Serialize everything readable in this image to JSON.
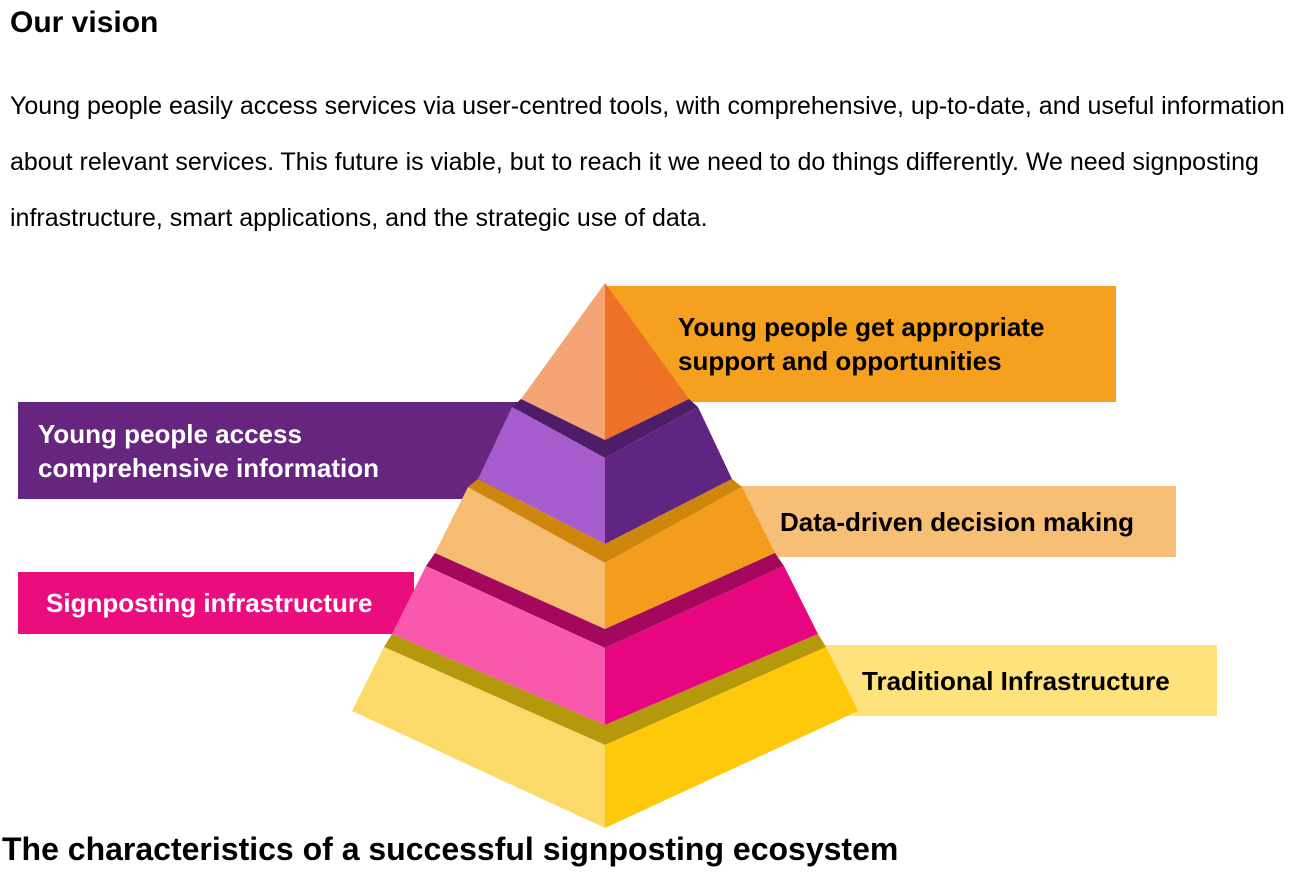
{
  "vision": {
    "heading": "Our vision",
    "paragraph": "Young people easily access services via user-centred tools, with comprehensive, up-to-date, and useful information about relevant services. This future is viable, but to reach it we need to do things differently. We need signposting infrastructure, smart applications, and the strategic use of data."
  },
  "diagram": {
    "bottom_heading": "The characteristics of a successful signposting ecosystem",
    "levels": [
      {
        "id": "support-and-opportunities",
        "label": "Young people get appropriate\nsupport and opportunities",
        "label_side": "right",
        "bar_color": "#F6A01F",
        "label_color": "#000000",
        "face_left": "#F5A476",
        "face_right": "#EF7125"
      },
      {
        "id": "comprehensive-information",
        "label": "Young people access\ncomprehensive information",
        "label_side": "left",
        "bar_color": "#66257E",
        "label_color": "#FFFFFF",
        "face_left": "#A75CCE",
        "face_right": "#5F2580",
        "band_color": "#4E1D68"
      },
      {
        "id": "data-driven-decision-making",
        "label": "Data-driven decision making",
        "label_side": "right",
        "bar_color": "#F7BE75",
        "label_color": "#000000",
        "face_left": "#F6BC72",
        "face_right": "#F49C1C",
        "band_color": "#CE860D"
      },
      {
        "id": "signposting-infrastructure",
        "label": "Signposting infrastructure",
        "label_side": "left",
        "bar_color": "#EB0C7E",
        "label_color": "#FFFFFF",
        "face_left": "#F959AC",
        "face_right": "#E80580",
        "band_color": "#A3085C"
      },
      {
        "id": "traditional-infrastructure",
        "label": "Traditional Infrastructure",
        "label_side": "right",
        "bar_color": "#FFE27C",
        "label_color": "#000000",
        "face_left": "#FBDA6A",
        "face_right": "#FFC90B",
        "band_color": "#B5980B"
      }
    ]
  }
}
